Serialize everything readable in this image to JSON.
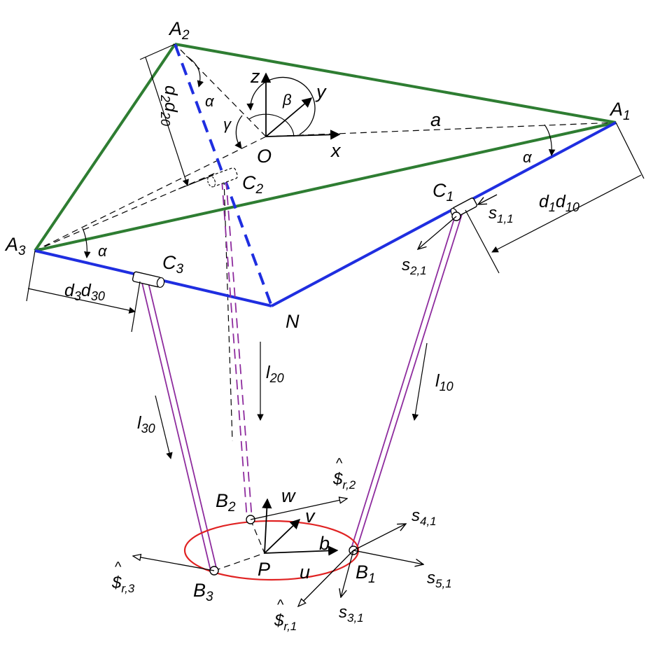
{
  "figure": {
    "colors": {
      "triangle": "#2e7d32",
      "leg_blue": "#1f2ee0",
      "rod": "#8e2c9e",
      "ellipse": "#e02222",
      "ink": "#000000"
    },
    "points": {
      "A1": "A",
      "A1_sub": "1",
      "A2": "A",
      "A2_sub": "2",
      "A3": "A",
      "A3_sub": "3",
      "B1": "B",
      "B1_sub": "1",
      "B2": "B",
      "B2_sub": "2",
      "B3": "B",
      "B3_sub": "3",
      "C1": "C",
      "C1_sub": "1",
      "C2": "C",
      "C2_sub": "2",
      "C3": "C",
      "C3_sub": "3",
      "O": "O",
      "N": "N",
      "P": "P"
    },
    "axes": {
      "x": "x",
      "y": "y",
      "z": "z",
      "u": "u",
      "v": "v",
      "w": "w"
    },
    "angles": {
      "alpha": "α",
      "beta": "β",
      "gamma": "γ"
    },
    "lengths": {
      "a": "a",
      "b": "b",
      "d1": "d",
      "d1_sub": "1",
      "d10": "d",
      "d10_sub": "10",
      "d2": "d",
      "d2_sub": "2",
      "d20": "d",
      "d20_sub": "20",
      "d3": "d",
      "d3_sub": "3",
      "d30": "d",
      "d30_sub": "30",
      "l10": "l",
      "l10_sub": "10",
      "l20": "l",
      "l20_sub": "20",
      "l30": "l",
      "l30_sub": "30"
    },
    "screws": {
      "s11": "s",
      "s11_sub": "1,1",
      "s21": "s",
      "s21_sub": "2,1",
      "s31": "s",
      "s31_sub": "3,1",
      "s41": "s",
      "s41_sub": "4,1",
      "s51": "s",
      "s51_sub": "5,1",
      "sr1": "$",
      "sr1_sub": "r,1",
      "sr2": "$",
      "sr2_sub": "r,2",
      "sr3": "$",
      "sr3_sub": "r,3",
      "hat": "^"
    }
  }
}
